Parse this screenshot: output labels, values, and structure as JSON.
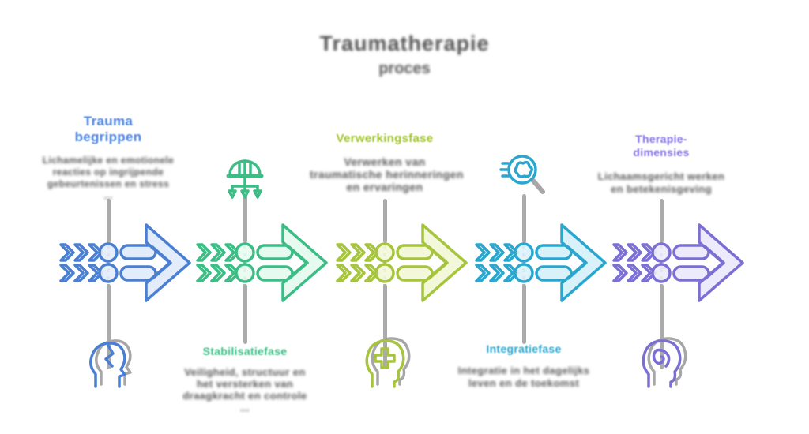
{
  "title": {
    "line1": "Traumatherapie",
    "line2": "proces"
  },
  "colors": {
    "connector_gray": "#ababab",
    "body_text": "#57585a",
    "title_text": "#535353"
  },
  "columns": [
    {
      "name": "trauma-begrippen",
      "accent": "#4a7fd2",
      "accent_light": "#e2ecfa",
      "heading_color": "#4a83e0",
      "heading_lines": [
        "Trauma",
        "begrippen"
      ],
      "heading_position": "top",
      "icon": "head-profile-icon",
      "body_lines": [
        "Lichamelijke en emotionele",
        "reacties op ingrijpende",
        "gebeurtenissen en stress",
        "..."
      ]
    },
    {
      "name": "stabilisatiefase",
      "accent": "#3bbd85",
      "accent_light": "#e7faf0",
      "heading_color": "#3bbf86",
      "heading_lines": [
        "Stabilisatiefase"
      ],
      "heading_position": "bottom",
      "icon": "tree-hierarchy-icon",
      "body_lines": [
        "Veiligheid, structuur en",
        "het versterken van",
        "draagkracht en controle",
        "..."
      ]
    },
    {
      "name": "verwerkingsfase",
      "accent": "#a6c43d",
      "accent_light": "#f2f8d9",
      "heading_color": "#9fc428",
      "heading_lines": [
        "Verwerkingsfase"
      ],
      "heading_position": "top",
      "icon": "head-cross-icon",
      "body_lines": [
        "Verwerken van",
        "traumatische herinneringen",
        "en ervaringen"
      ]
    },
    {
      "name": "integratiefase",
      "accent": "#2ba7cf",
      "accent_light": "#d9f1f9",
      "heading_color": "#2ba7d0",
      "heading_lines": [
        "Integratiefase"
      ],
      "heading_position": "bottom",
      "icon": "magnifier-brain-icon",
      "body_lines": [
        "Integratie in het dagelijks",
        "leven en de toekomst"
      ]
    },
    {
      "name": "therapie-dimensies",
      "accent": "#7b6fd4",
      "accent_light": "#eceafb",
      "heading_color": "#8171e8",
      "heading_lines": [
        "Therapie-",
        "dimensies"
      ],
      "heading_position": "top",
      "icon": "head-spiral-icon",
      "body_lines": [
        "Lichaamsgericht werken",
        "en betekenisgeving"
      ]
    }
  ]
}
